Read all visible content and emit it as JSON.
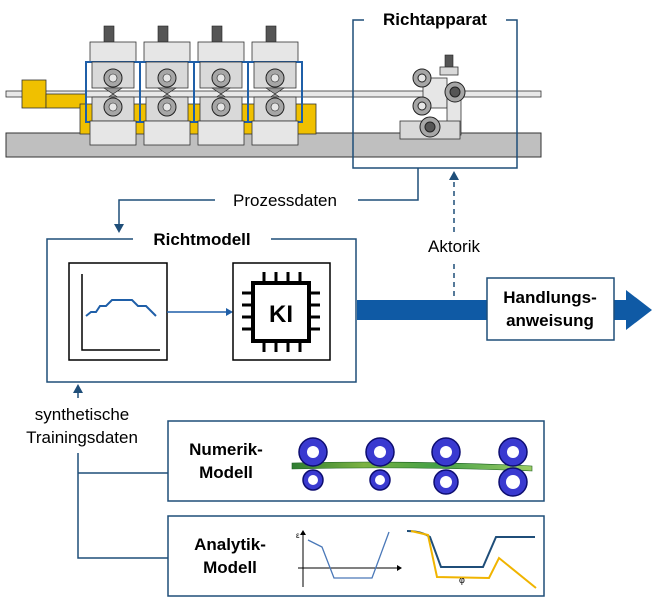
{
  "labels": {
    "richtapparat": "Richtapparat",
    "prozessdaten": "Prozessdaten",
    "richtmodell": "Richtmodell",
    "aktorik": "Aktorik",
    "ki": "KI",
    "handlung_line1": "Handlungs-",
    "handlung_line2": "anweisung",
    "synth_line1": "synthetische",
    "synth_line2": "Trainingsdaten",
    "numerik_line1": "Numerik-",
    "numerik_line2": "Modell",
    "analytik_line1": "Analytik-",
    "analytik_line2": "Modell",
    "epsilon": "ε",
    "phi": "φ"
  },
  "colors": {
    "frame_blue": "#1F4E79",
    "arrow_blue": "#0F5AA5",
    "machine_yellow": "#F0C000",
    "machine_gray": "#BFBFBF",
    "roll_blue": "#3A3AD0"
  }
}
